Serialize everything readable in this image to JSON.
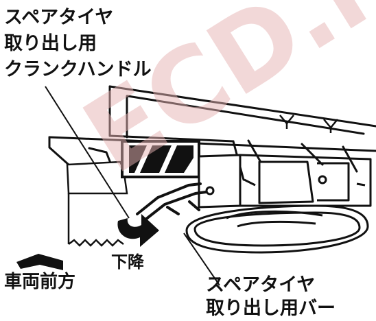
{
  "labels": {
    "crank_handle": [
      "スペアタイヤ",
      "取り出し用",
      "クランクハンドル"
    ],
    "lower": "下降",
    "front": "車両前方",
    "tire_bar": [
      "スペアタイヤ",
      "取り出し用バー"
    ]
  },
  "watermark": {
    "text": "ECD.ru",
    "color": "#e6b3b3"
  },
  "colors": {
    "ink": "#111111",
    "paper": "#ffffff"
  }
}
